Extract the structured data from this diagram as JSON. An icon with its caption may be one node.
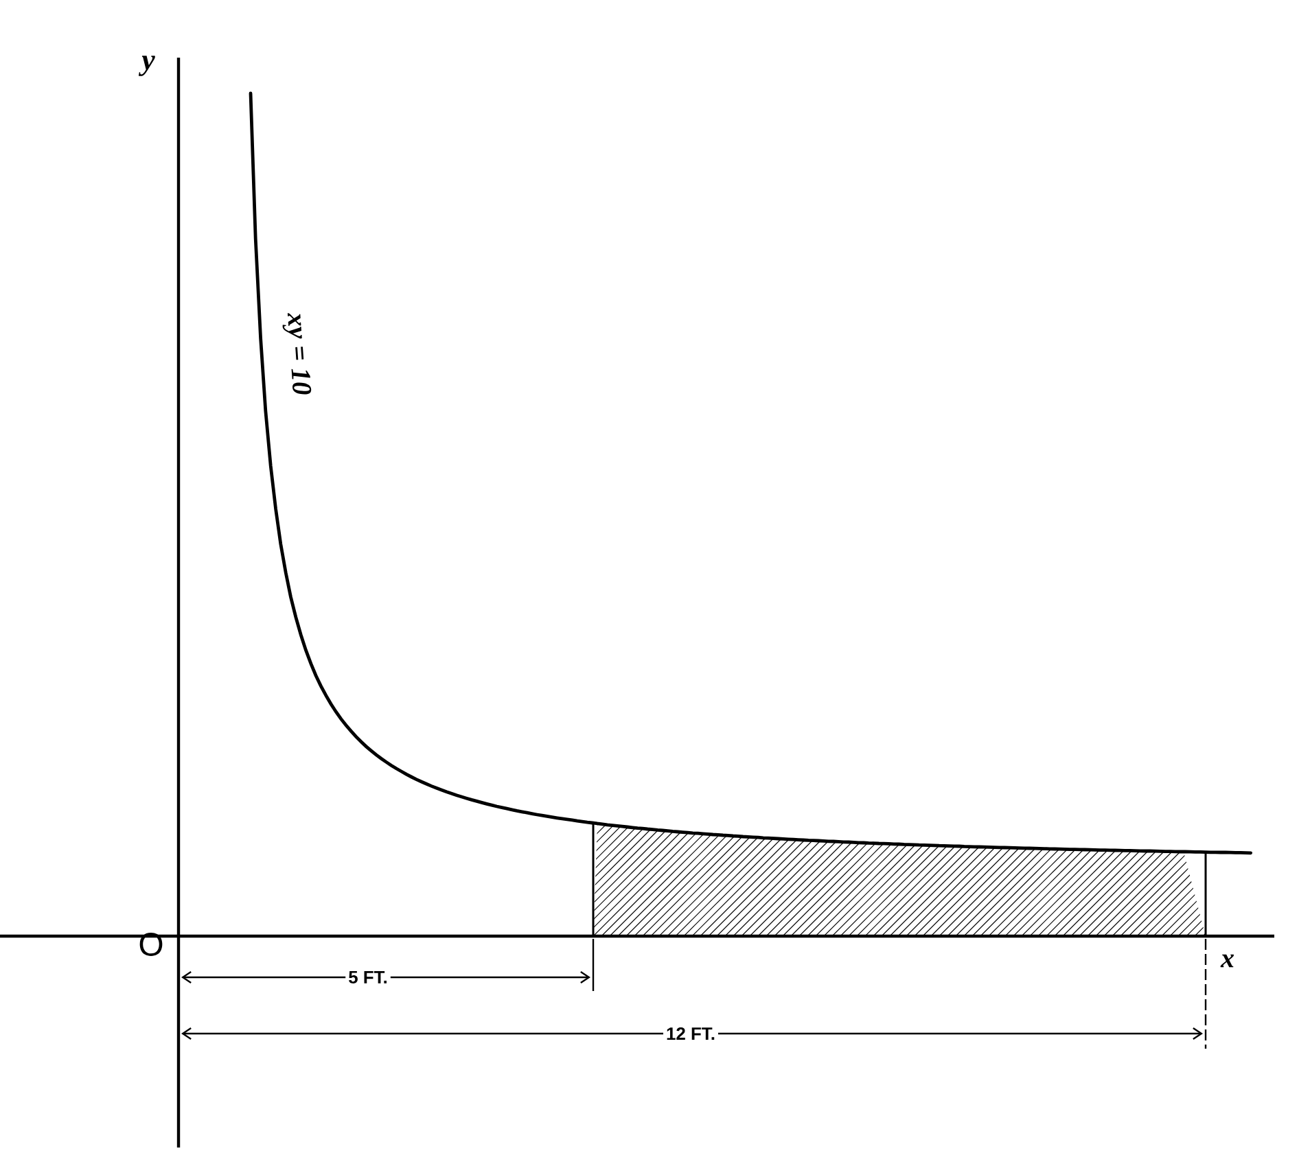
{
  "diagram": {
    "labels": [
      "y",
      "xy = 10",
      "O",
      "x",
      "5 FT.",
      "12 FT."
    ]
  }
}
